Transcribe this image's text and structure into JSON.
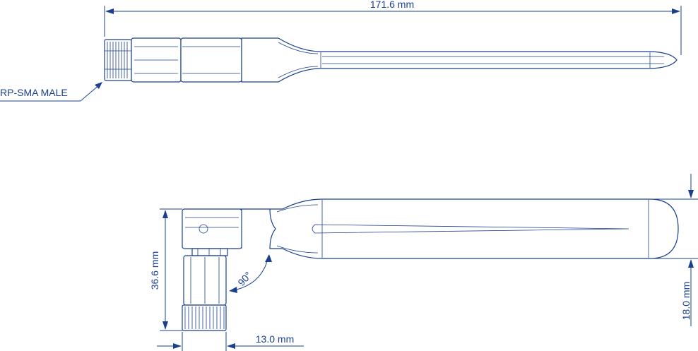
{
  "colors": {
    "line": "#1a3f8f",
    "dimension": "#1a3f8f",
    "text": "#1a3f8f",
    "fill": "#ffffff"
  },
  "dimensions": {
    "overall_length": "171.6 mm",
    "folded_height": "36.6 mm",
    "connector_width": "13.0 mm",
    "blade_width": "18.0 mm",
    "angle": "90°"
  },
  "labels": {
    "connector": "RP-SMA MALE"
  }
}
